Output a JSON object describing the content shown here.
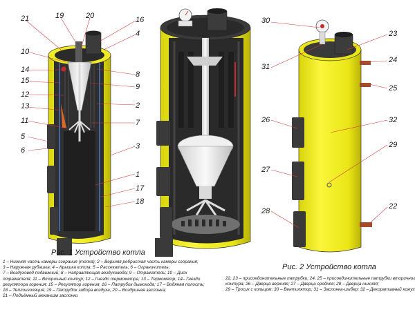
{
  "fig1": {
    "caption": "Рис. 1 Устройство котла",
    "labels": [
      "21",
      "19",
      "20",
      "16",
      "4",
      "10",
      "14",
      "15",
      "12",
      "13",
      "11",
      "5",
      "6",
      "8",
      "9",
      "2",
      "7",
      "3",
      "1",
      "17",
      "18"
    ],
    "legend": [
      "1 – Нижняя часть камеры сгорания (топка); 2 – Верхняя ребристая часть камеры сгорания;",
      "3 – Наружная рубашка; 4 – Крышка котла; 5 – Рассекатель; 6 – Ограничитель;",
      "7 – Воздуховод подвижный; 8 – Направляющая воздуховода; 9 – Отражатель; 10 – Диск",
      "отражателя; 11 – Вторичный контур; 12 – Гнездо термометра; 13 – Термометр; 14– Гнездо",
      "регулятора горения; 15 – Регулятор горения; 16 – Патрубок дымохода; 17 – Водяная полость;",
      "18 – Теплоизоляция; 19 – Патрубок забора воздуха; 20 – Воздушная заслонка;",
      "21 – Подъёмный механизм заслонки"
    ]
  },
  "fig2": {
    "caption": "Рис. 2 Устройство котла",
    "labels": [
      "30",
      "31",
      "23",
      "24",
      "25",
      "26",
      "32",
      "29",
      "27",
      "28",
      "22"
    ],
    "legend": [
      "22, 23 – присоединительные патрубки; 24, 25 – присоединительные патрубки вторичного",
      "контура; 26 – Дверца верхняя; 27 – Дверца средняя; 28 – Дверца нижняя;",
      "29 – Тросик с кольцом; 30 – Вентилятор; 31 – Заслонка-шибер; 32 – Декоративный кожух"
    ]
  },
  "colors": {
    "jacket": "#f2ee1a",
    "jacket_shade": "#c8c30b",
    "dark": "#3a3a3a",
    "steel": "#e6e6e6",
    "wire": "#d63a3a"
  }
}
